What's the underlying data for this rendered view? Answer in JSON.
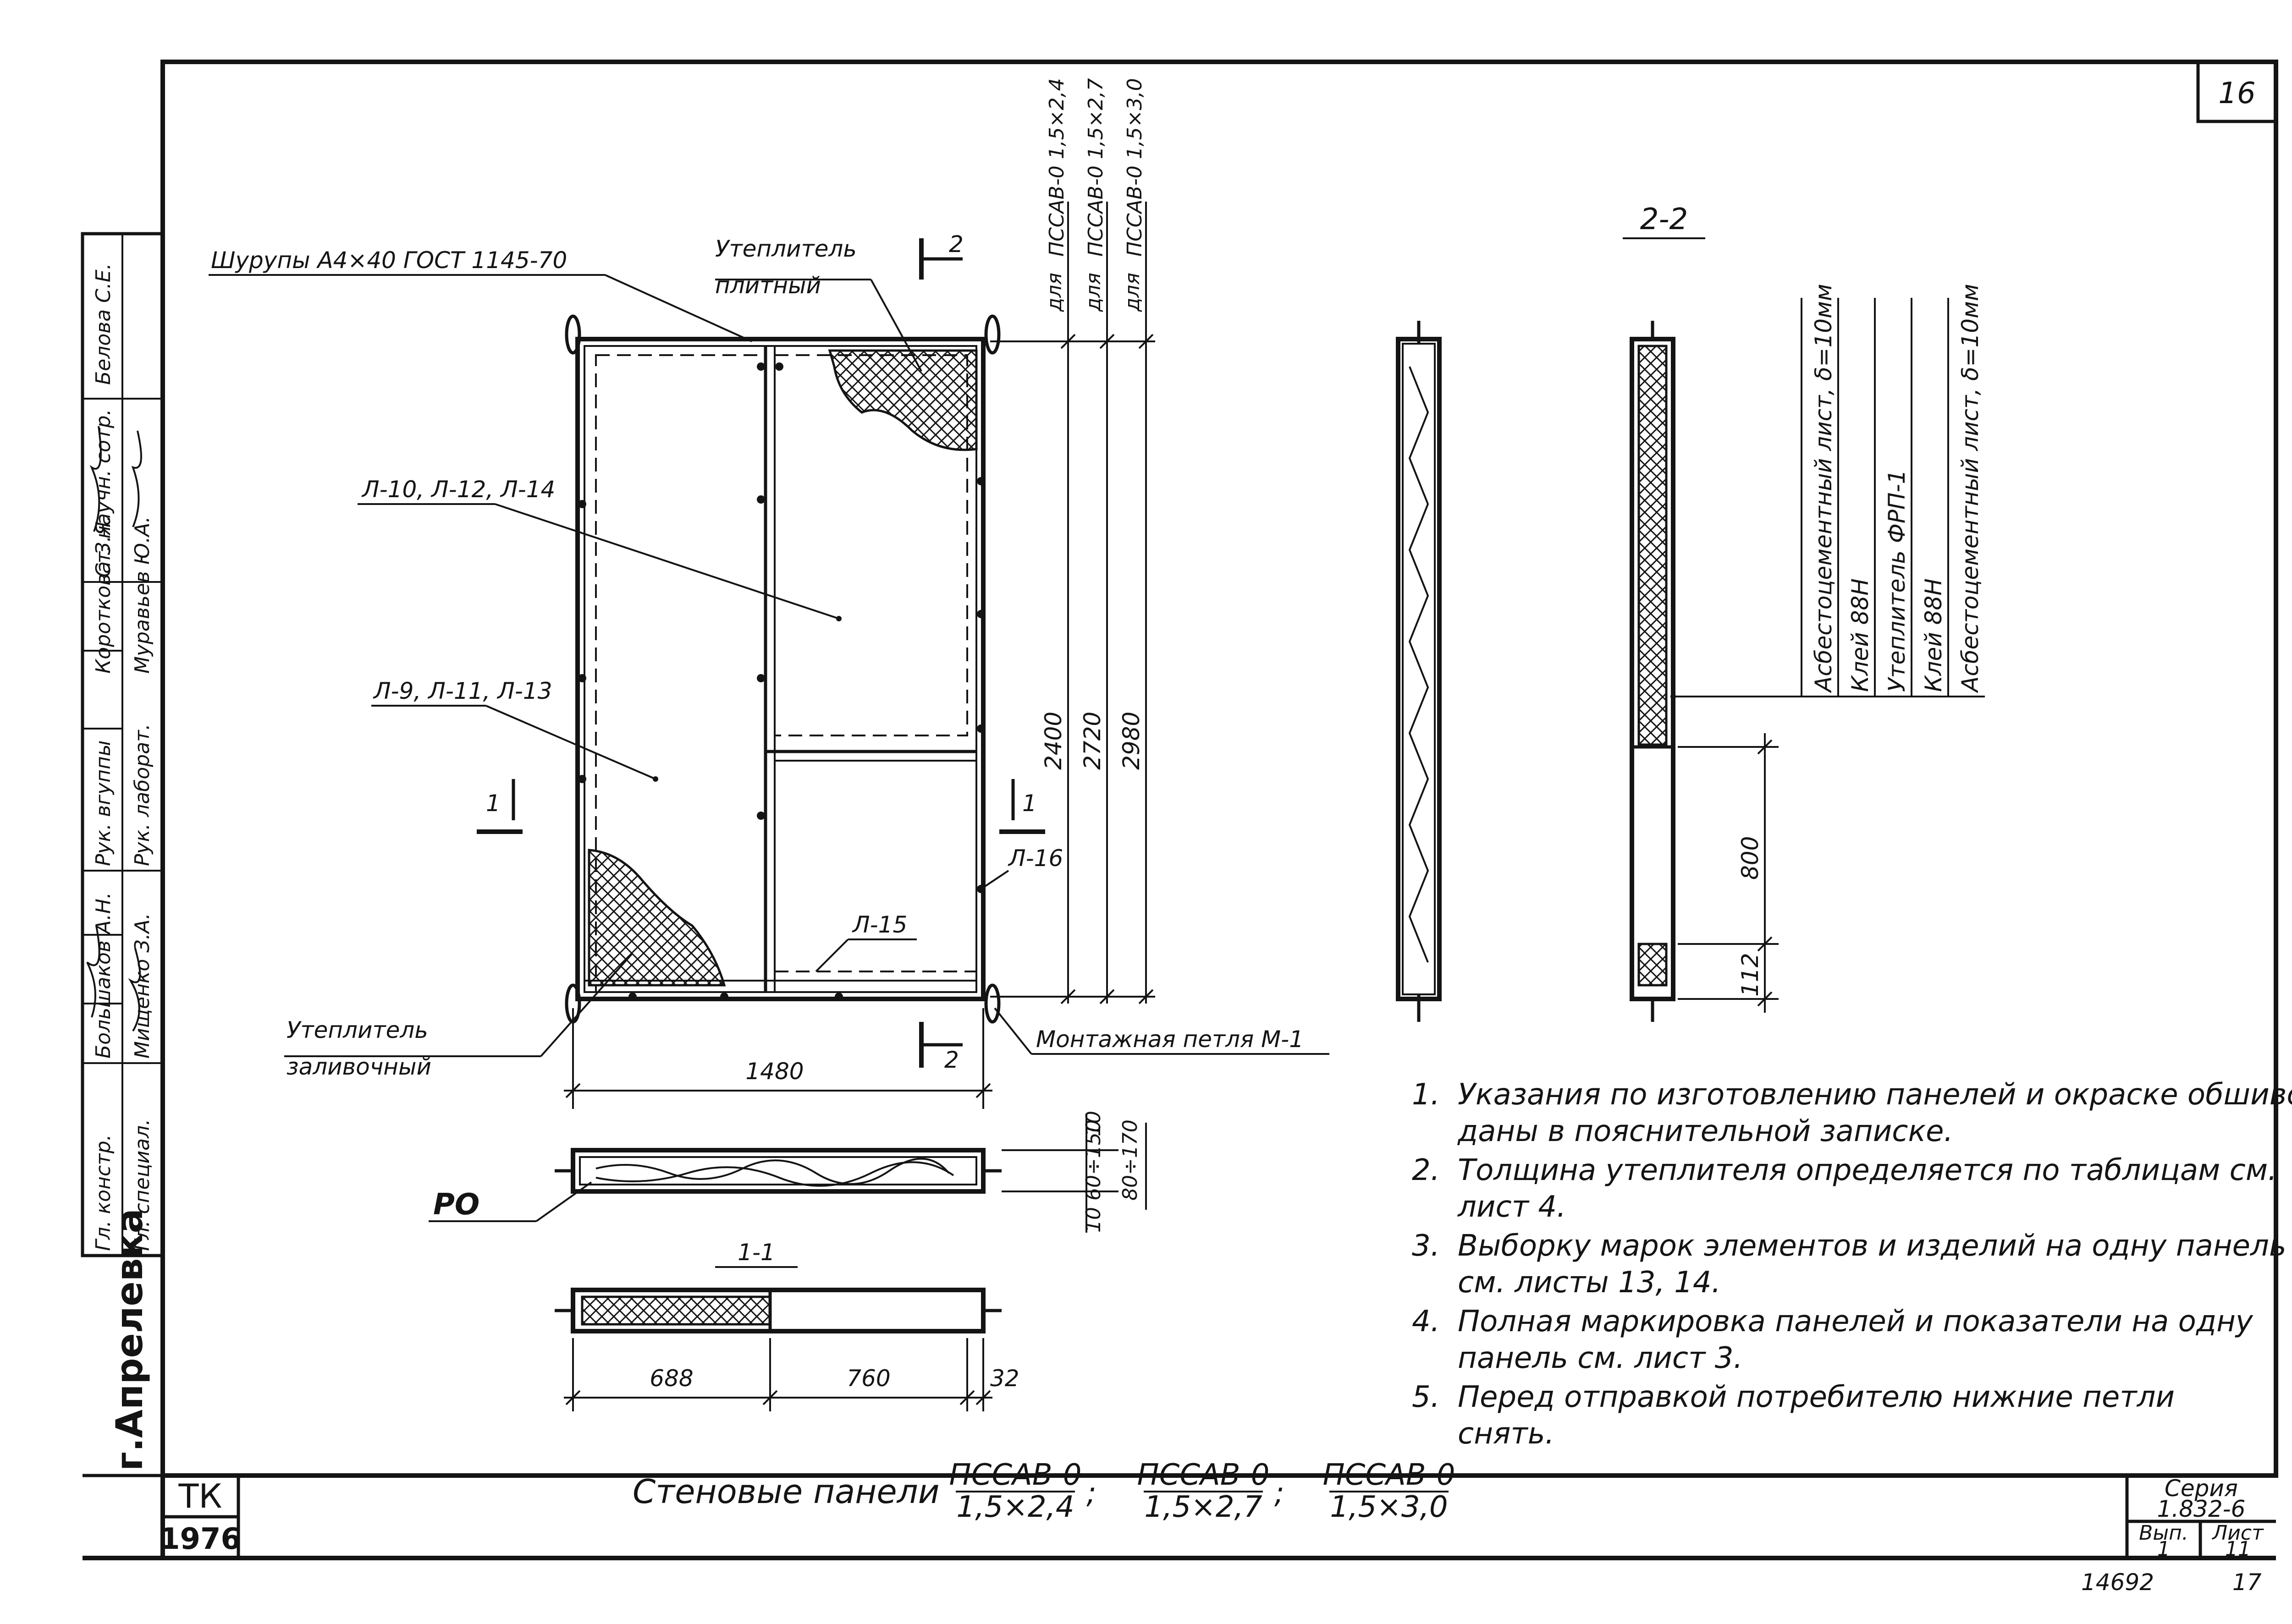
{
  "sheet": {
    "sheet_no": "16",
    "footer_numbers": [
      "14692",
      "17"
    ]
  },
  "stamp_left": {
    "city": "г.Апрелевка",
    "rows": [
      {
        "role": "Гл. констр.",
        "name": "Большаков А.Н."
      },
      {
        "role": "Гл. специал.",
        "name": "Мищенко З.А."
      },
      {
        "role": "Рук. вгуппы",
        "name": "Короткова З.Я."
      },
      {
        "role": "Рук. лаборат.",
        "name": "Муравьев Ю.А."
      },
      {
        "role": "Ст. научн. сотр.",
        "name": "Белова С.Е."
      }
    ]
  },
  "title_block": {
    "org": "ТК",
    "year": "1976",
    "title_prefix": "Стеновые панели",
    "marks": [
      {
        "top": "ПССАВ-0",
        "bottom": "1,5×2,4"
      },
      {
        "top": "ПССАВ-0",
        "bottom": "1,5×2,7"
      },
      {
        "top": "ПССАВ-0",
        "bottom": "1,5×3,0"
      }
    ],
    "series_label": "Серия",
    "series_value": "1.832-6",
    "issue_label": "Вып.",
    "issue_value": "1",
    "sheet_label": "Лист",
    "sheet_value": "11"
  },
  "main_view": {
    "label_screws": "Шурупы А4×40 ГОСТ 1145-70",
    "label_insul_plate": [
      "Утеплитель",
      "плитный"
    ],
    "label_l10": "Л-10, Л-12, Л-14",
    "label_l9": "Л-9, Л-11, Л-13",
    "label_l16": "Л-16",
    "label_l15": "Л-15",
    "label_insul_poured": [
      "Утеплитель",
      "заливочный"
    ],
    "label_loop": "Монтажная петля М-1",
    "section_1": "1",
    "section_2": "2",
    "dim_width": "1480",
    "dim_heights": [
      "2400",
      "2720",
      "2980"
    ],
    "dim_for": [
      "для",
      "для",
      "для"
    ],
    "dim_marks": [
      "ПССАВ-0 1,5×2,4",
      "ПССАВ-0 1,5×2,7",
      "ПССАВ-0 1,5×3,0"
    ]
  },
  "top_view": {
    "label_po": "РО",
    "dims": [
      "10",
      "60÷150",
      "80÷170",
      "10"
    ]
  },
  "section_1_1": {
    "title": "1-1",
    "dims": [
      "688",
      "760",
      "32"
    ]
  },
  "section_2_2": {
    "title": "2-2",
    "layers": [
      "Асбестоцементный лист, δ=10мм",
      "Клей 88Н",
      "Утеплитель ФРП-1",
      "Клей 88Н",
      "Асбестоцементный лист, δ=10мм"
    ],
    "dims": [
      "800",
      "112"
    ]
  },
  "notes": [
    {
      "num": "1.",
      "lines": [
        "Указания по изготовлению панелей и окраске обшивок",
        "даны в пояснительной записке."
      ]
    },
    {
      "num": "2.",
      "lines": [
        "Толщина утеплителя определяется по таблицам см.",
        "лист 4."
      ]
    },
    {
      "num": "3.",
      "lines": [
        "Выборку марок элементов и изделий на одну панель",
        "см. листы 13, 14."
      ]
    },
    {
      "num": "4.",
      "lines": [
        "Полная маркировка панелей и показатели на одну",
        "панель см. лист 3."
      ]
    },
    {
      "num": "5.",
      "lines": [
        "Перед отправкой потребителю нижние петли",
        "снять."
      ]
    }
  ]
}
